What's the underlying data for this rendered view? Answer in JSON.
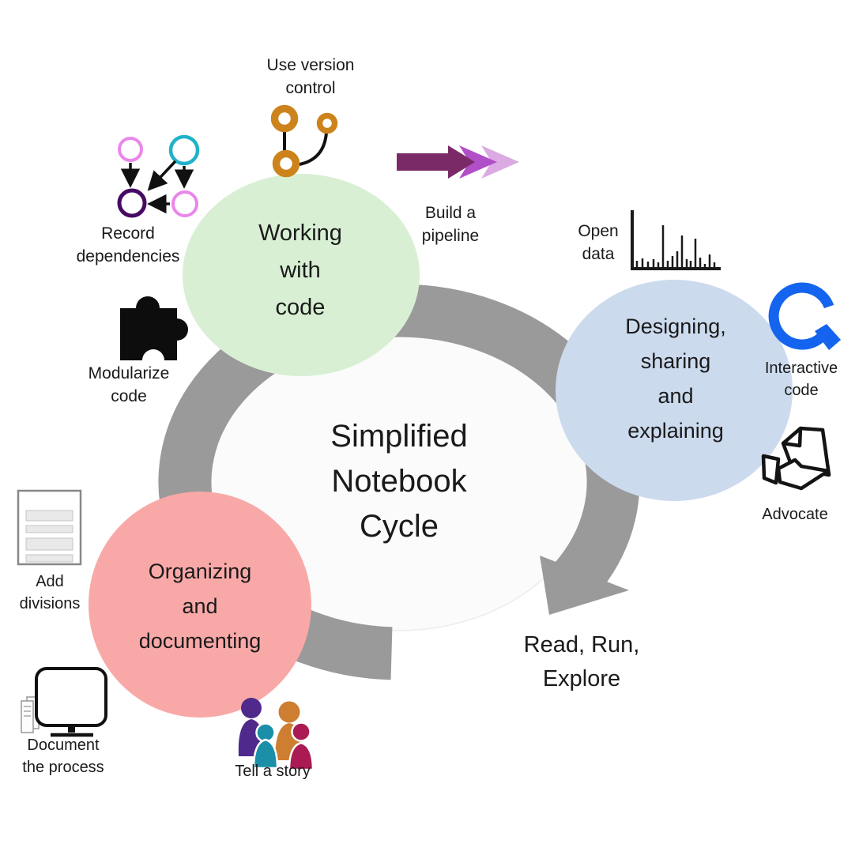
{
  "title": "Simplified\nNotebook\nCycle",
  "outcome": {
    "label": "Read, Run,\nExplore"
  },
  "stages": [
    {
      "id": "working-with-code",
      "label": "Working\nwith\ncode",
      "color": "#d8efd3"
    },
    {
      "id": "designing-sharing-explaining",
      "label": "Designing,\nsharing\nand\nexplaining",
      "color": "#ccdaee"
    },
    {
      "id": "organizing-documenting",
      "label": "Organizing\nand\ndocumenting",
      "color": "#f9a8a8"
    }
  ],
  "practices": [
    {
      "id": "use-version-control",
      "label": "Use version\ncontrol",
      "icon": "git-branch-icon"
    },
    {
      "id": "build-a-pipeline",
      "label": "Build a\npipeline",
      "icon": "pipeline-arrows-icon"
    },
    {
      "id": "record-dependencies",
      "label": "Record\ndependencies",
      "icon": "dependency-graph-icon"
    },
    {
      "id": "modularize-code",
      "label": "Modularize\ncode",
      "icon": "puzzle-piece-icon"
    },
    {
      "id": "open-data",
      "label": "Open\ndata",
      "icon": "bar-chart-icon"
    },
    {
      "id": "interactive-code",
      "label": "Interactive\ncode",
      "icon": "refresh-loop-icon"
    },
    {
      "id": "advocate",
      "label": "Advocate",
      "icon": "hand-document-icon"
    },
    {
      "id": "add-divisions",
      "label": "Add\ndivisions",
      "icon": "sectioned-document-icon"
    },
    {
      "id": "document-the-process",
      "label": "Document\nthe process",
      "icon": "monitor-icon"
    },
    {
      "id": "tell-a-story",
      "label": "Tell a story",
      "icon": "people-group-icon"
    }
  ],
  "colors": {
    "cycle_gray": "#9a9a9a",
    "white_hub": "#fbfbfb",
    "git_orange": "#cd831c",
    "node_violet": "#ea87ea",
    "node_cyan": "#20b2c8",
    "node_purple": "#470a63",
    "pipeline_dark": "#7b2a68",
    "pipeline_mid": "#b14fc8",
    "pipeline_light": "#dcaae3",
    "interactive_blue": "#1464ef",
    "person_purple": "#4f2a8c",
    "person_orange": "#ce7e31",
    "person_teal": "#1b8fa8",
    "person_crimson": "#ab1a52",
    "ink": "#111111"
  }
}
